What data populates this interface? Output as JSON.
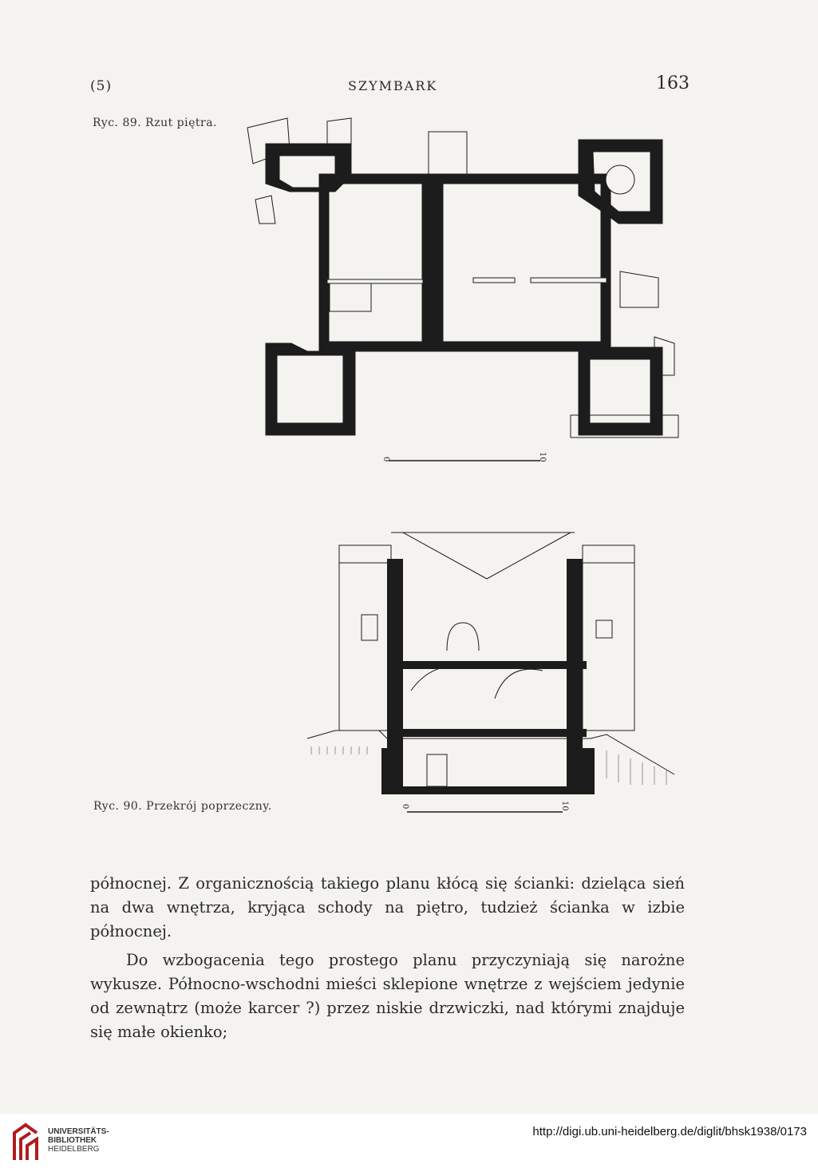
{
  "header": {
    "left": "(5)",
    "center": "SZYMBARK",
    "page_number": "163"
  },
  "figures": {
    "fig89_caption": "Ryc. 89. Rzut piętra.",
    "fig90_caption": "Ryc. 90. Przekrój poprzeczny.",
    "scale_zero": "0",
    "scale_ten": "10"
  },
  "body": {
    "p1": "północnej. Z organicznością takiego planu kłócą się ścianki: dzieląca sień na dwa wnętrza, kryjąca schody na piętro, tudzież ścianka w izbie północnej.",
    "p2": "Do wzbogacenia tego prostego planu przyczyniają się narożne wykusze. Północno-wschodni mieści sklepione wnętrze z wejściem jedynie od zewnątrz (może karcer ?) przez niskie drzwiczki, nad którymi znajduje się małe okienko;"
  },
  "footer": {
    "institution_line1": "UNIVERSITÄTS-",
    "institution_line2": "BIBLIOTHEK",
    "institution_line3": "HEIDELBERG",
    "url": "http://digi.ub.uni-heidelberg.de/diglit/bhsk1938/0173"
  },
  "colors": {
    "paper": "#f4f3ef",
    "ink": "#2a2a2a",
    "wall": "#1c1c1c"
  }
}
